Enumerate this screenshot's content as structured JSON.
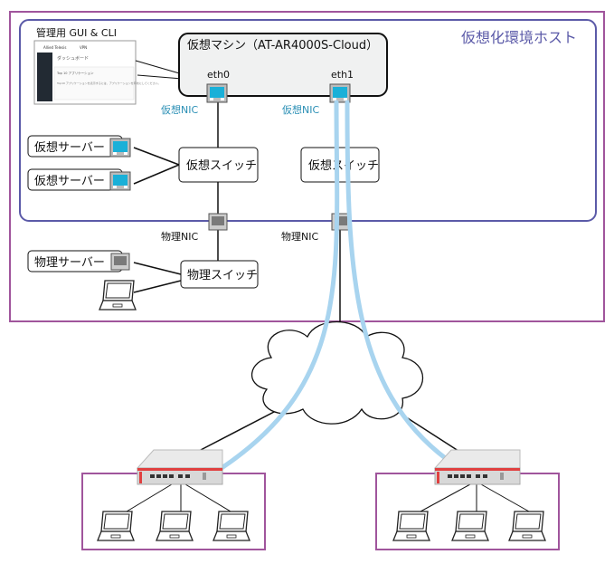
{
  "host": {
    "label": "仮想化環境ホスト",
    "border_color": "#5b5aa8"
  },
  "outer_border_color": "#a0559c",
  "vm": {
    "title": "仮想マシン（AT-AR4000S-Cloud）",
    "eth0": "eth0",
    "eth1": "eth1"
  },
  "management": {
    "label": "管理用 GUI & CLI",
    "thumbnail": {
      "brand": "Allied Telesis",
      "tab": "VPN",
      "heading": "ダッシュボード",
      "card_title": "Top 10 アプリケーション",
      "card_text": "Top10 アプリケーションを表示するには、アプリケーションを有効にしてください。"
    }
  },
  "virtual_nic_label": "仮想NIC",
  "physical_nic_label": "物理NIC",
  "virtual_servers": [
    "仮想サーバー",
    "仮想サーバー"
  ],
  "virtual_switches": [
    "仮想スイッチ",
    "仮想スイッチ"
  ],
  "physical_server": "物理サーバー",
  "physical_switch": "物理スイッチ",
  "colors": {
    "virtual_nic": "#1ab0d8",
    "physical_nic": "#8a8a8a",
    "tunnel": "#a8d4ef",
    "router_accent": "#e04040"
  }
}
